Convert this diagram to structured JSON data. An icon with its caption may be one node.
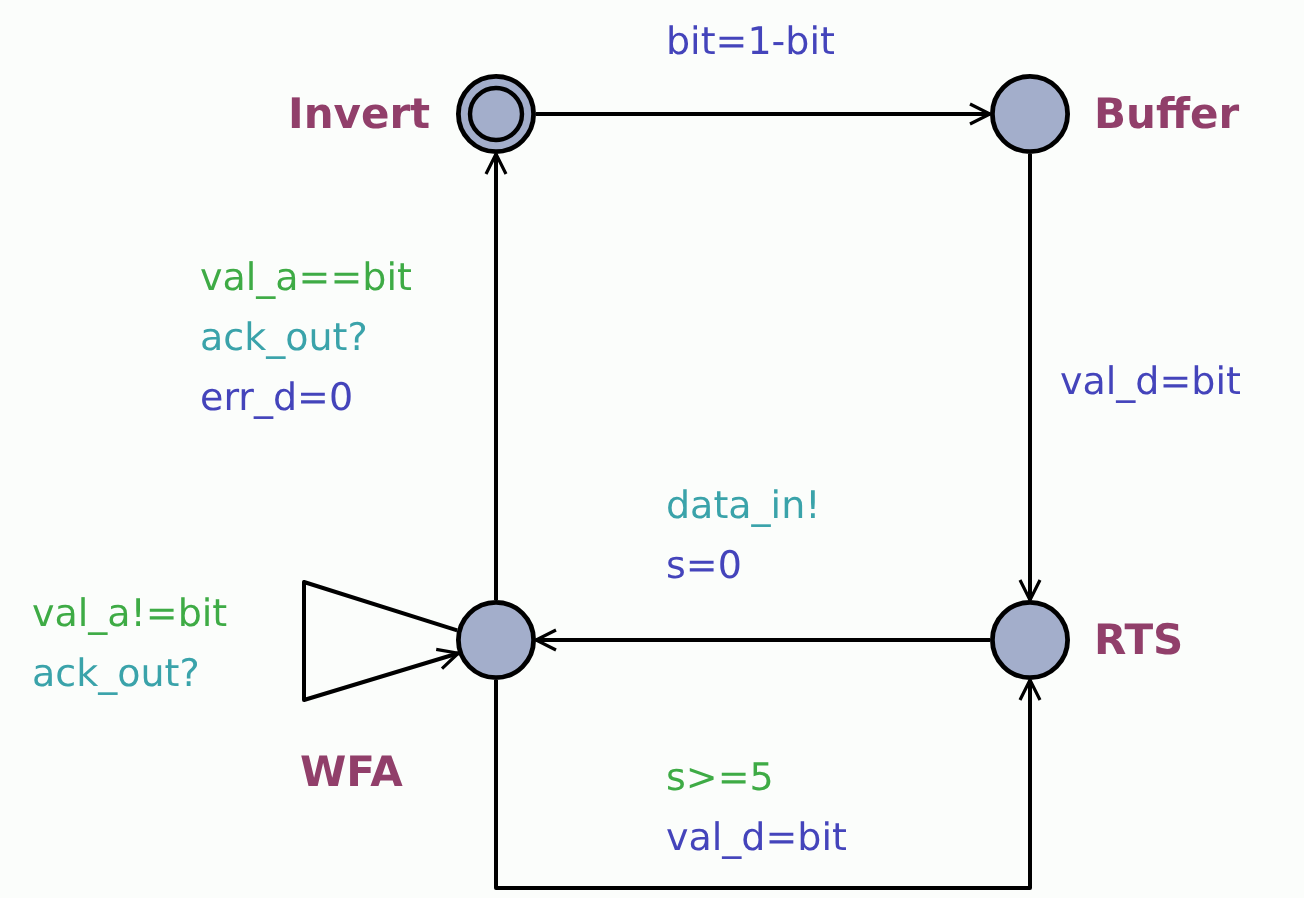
{
  "diagram": {
    "nodes": [
      {
        "text": [
          "Invert"
        ]
      },
      {
        "text": [
          "Buffer"
        ]
      },
      {
        "text": [
          "RTS"
        ]
      },
      {
        "text": [
          "WFA"
        ]
      }
    ],
    "edges": [
      {
        "from": 0,
        "to": 1,
        "arrow": "to",
        "label": "bit=1-bit"
      },
      {
        "from": 1,
        "to": 2,
        "arrow": "to",
        "label": "val_d=bit"
      },
      {
        "from": 2,
        "to": 3,
        "arrow": "to",
        "label": "data_in! s=0"
      },
      {
        "from": 3,
        "to": 2,
        "arrow": "to",
        "label": "s>=5 val_d=bit"
      },
      {
        "from": 3,
        "to": 0,
        "arrow": "to",
        "label": "val_a==bit ack_out? err_d=0"
      },
      {
        "from": 3,
        "to": 3,
        "arrow": "to",
        "label": "val_a!=bit ack_out?"
      }
    ]
  }
}
